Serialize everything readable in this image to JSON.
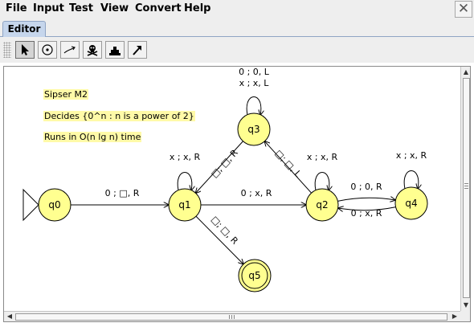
{
  "menu": [
    "File",
    "Input",
    "Test",
    "View",
    "Convert",
    "Help"
  ],
  "close_glyph": "✕",
  "tab": {
    "label": "Editor"
  },
  "toolbar": {
    "tools": [
      {
        "name": "pointer-tool",
        "icon": "arrow-cursor-icon",
        "selected": true
      },
      {
        "name": "state-creator-tool",
        "icon": "state-circle-icon",
        "selected": false
      },
      {
        "name": "transition-creator-tool",
        "icon": "transition-arrow-icon",
        "selected": false
      },
      {
        "name": "deleter-tool",
        "icon": "skull-crossbones-icon",
        "selected": false
      },
      {
        "name": "undo-tool",
        "icon": "stepped-blocks-icon",
        "selected": false
      },
      {
        "name": "redo-tool",
        "icon": "arrow-up-right-icon",
        "selected": false
      }
    ]
  },
  "notes": [
    "Sipser M2",
    "Decides {0^n : n is  a power of 2}",
    "Runs in O(n lg n) time"
  ],
  "diagram": {
    "states": [
      {
        "id": "q0",
        "label": "q0",
        "initial": true,
        "final": false
      },
      {
        "id": "q1",
        "label": "q1",
        "initial": false,
        "final": false
      },
      {
        "id": "q2",
        "label": "q2",
        "initial": false,
        "final": false
      },
      {
        "id": "q3",
        "label": "q3",
        "initial": false,
        "final": false
      },
      {
        "id": "q4",
        "label": "q4",
        "initial": false,
        "final": false
      },
      {
        "id": "q5",
        "label": "q5",
        "initial": false,
        "final": true
      }
    ],
    "transitions": [
      {
        "from": "q0",
        "to": "q1",
        "labels": [
          "0 ; □, R"
        ]
      },
      {
        "from": "q1",
        "to": "q1",
        "labels": [
          "x ; x, R"
        ]
      },
      {
        "from": "q1",
        "to": "q2",
        "labels": [
          "0 ; x, R"
        ]
      },
      {
        "from": "q1",
        "to": "q5",
        "labels": [
          "□; □, R"
        ]
      },
      {
        "from": "q2",
        "to": "q2",
        "labels": [
          "x ; x, R"
        ]
      },
      {
        "from": "q2",
        "to": "q3",
        "labels": [
          "□; □, L"
        ]
      },
      {
        "from": "q2",
        "to": "q4",
        "labels": [
          "0 ; 0, R"
        ]
      },
      {
        "from": "q4",
        "to": "q2",
        "labels": [
          "0 ; x, R"
        ]
      },
      {
        "from": "q4",
        "to": "q4",
        "labels": [
          "x ; x, R"
        ]
      },
      {
        "from": "q3",
        "to": "q3",
        "labels": [
          "0 ; 0, L",
          "x ; x, L"
        ]
      },
      {
        "from": "q3",
        "to": "q1",
        "labels": [
          "□; □, R"
        ]
      }
    ]
  },
  "colors": {
    "state_fill": "#ffff90",
    "state_stroke": "#000000",
    "note_fill": "#fffaa8",
    "tab_fill": "#c6d6ec"
  }
}
